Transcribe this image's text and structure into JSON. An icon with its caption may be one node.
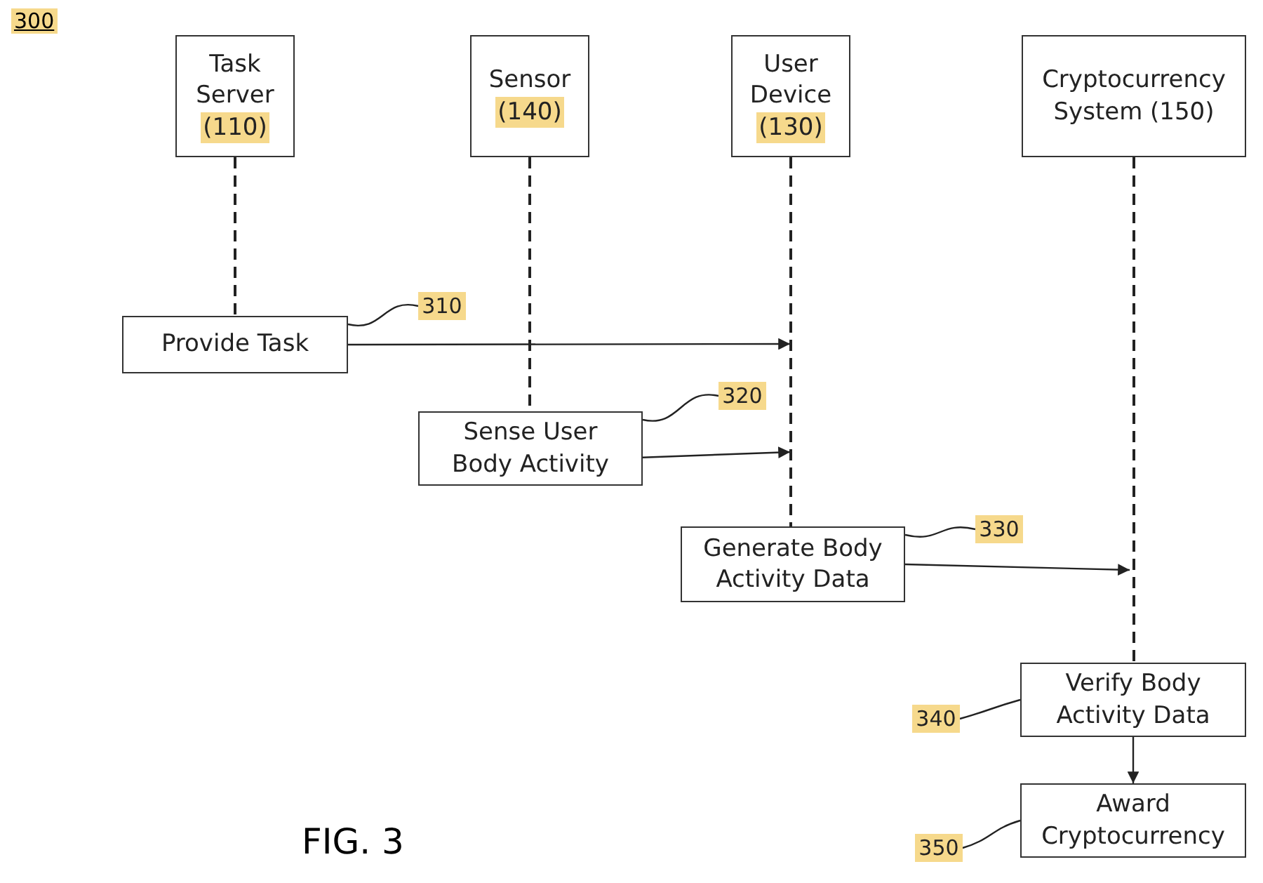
{
  "diagram": {
    "caption": "FIG. 3",
    "nodes": [
      {
        "text": [
          "Task Server",
          "(110)"
        ]
      },
      {
        "text": [
          "Sensor",
          "(140)"
        ]
      },
      {
        "text": [
          "User Device",
          "(130)"
        ]
      },
      {
        "text": [
          "Cryptocurrency System (150)"
        ]
      },
      {
        "text": [
          "Provide Task"
        ]
      },
      {
        "text": [
          "Sense User Body Activity"
        ]
      },
      {
        "text": [
          "Generate Body Activity Data"
        ]
      },
      {
        "text": [
          "Verify Body Activity Data"
        ]
      },
      {
        "text": [
          "Award Cryptocurrency"
        ]
      },
      {
        "text": [
          "310"
        ]
      },
      {
        "text": [
          "320"
        ]
      },
      {
        "text": [
          "330"
        ]
      },
      {
        "text": [
          "340"
        ]
      },
      {
        "text": [
          "350"
        ]
      }
    ],
    "edges": [
      {
        "from": 0,
        "to": 4,
        "arrow": "none",
        "style": "dashed"
      },
      {
        "from": 1,
        "to": 5,
        "arrow": "none",
        "style": "dashed"
      },
      {
        "from": 2,
        "to": 6,
        "arrow": "none",
        "style": "dashed"
      },
      {
        "from": 3,
        "to": 7,
        "arrow": "none",
        "style": "dashed"
      },
      {
        "from": 4,
        "to": null,
        "arrow": "to"
      },
      {
        "from": 5,
        "to": null,
        "arrow": "to"
      },
      {
        "from": 6,
        "to": null,
        "arrow": "to"
      },
      {
        "from": 7,
        "to": 8,
        "arrow": "to"
      },
      {
        "from": 9,
        "to": 4,
        "arrow": "none"
      },
      {
        "from": 10,
        "to": 5,
        "arrow": "none"
      },
      {
        "from": 11,
        "to": 6,
        "arrow": "none"
      },
      {
        "from": 12,
        "to": 7,
        "arrow": "none"
      },
      {
        "from": 13,
        "to": 8,
        "arrow": "none"
      }
    ],
    "labels": [
      "300"
    ]
  }
}
